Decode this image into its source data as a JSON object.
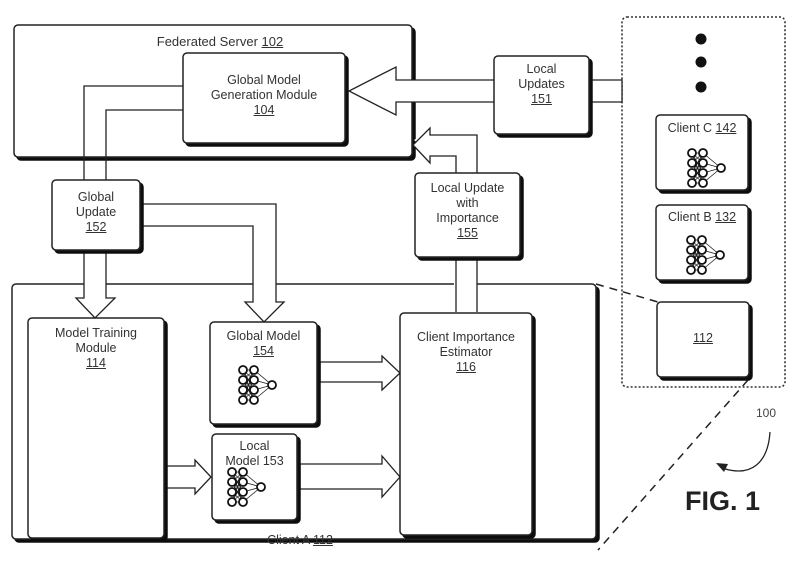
{
  "figure_label": "FIG. 1",
  "system_ref": "100",
  "federated_server": {
    "name": "Federated Server",
    "ref": "102"
  },
  "global_model_generation": {
    "line1": "Global Model",
    "line2": "Generation Module",
    "ref": "104"
  },
  "local_updates": {
    "line1": "Local",
    "line2": "Updates",
    "ref": "151"
  },
  "global_update": {
    "line1": "Global",
    "line2": "Update",
    "ref": "152"
  },
  "local_update_importance": {
    "line1": "Local Update",
    "line2": "with",
    "line3": "Importance",
    "ref": "155"
  },
  "client_a": {
    "name": "Client A",
    "ref": "112"
  },
  "model_training": {
    "line1": "Model Training",
    "line2": "Module",
    "ref": "114"
  },
  "global_model": {
    "name": "Global Model",
    "ref": "154"
  },
  "local_model": {
    "line1": "Local",
    "line2": "Model 153"
  },
  "client_importance_estimator": {
    "line1": "Client Importance",
    "line2": "Estimator",
    "ref": "116"
  },
  "client_c": {
    "name": "Client C",
    "ref": "142"
  },
  "client_b": {
    "name": "Client B",
    "ref": "132"
  },
  "client_a_thumb": {
    "ref": "112"
  }
}
